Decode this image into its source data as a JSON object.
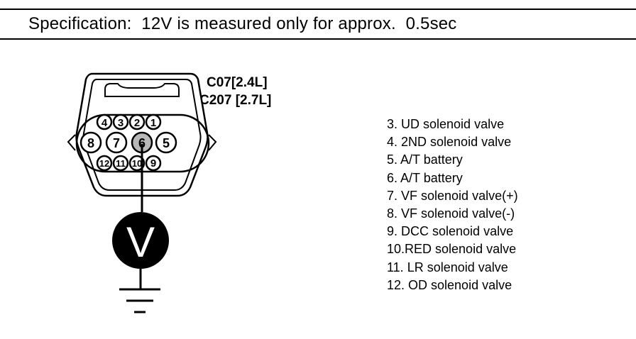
{
  "specification": "Specification:  12V is measured only for approx.  0.5sec",
  "connector": {
    "label_line1": "C07[2.4L]",
    "label_line2": "C207 [2.7L]",
    "pins_top": [
      "4",
      "3",
      "2",
      "1"
    ],
    "pins_middle": [
      "8",
      "7",
      "6",
      "5"
    ],
    "pins_bottom": [
      "12",
      "11",
      "10",
      "9"
    ]
  },
  "meter": {
    "symbol": "V"
  },
  "legend": [
    "3. UD solenoid valve",
    "4. 2ND solenoid valve",
    "5. A/T battery",
    "6. A/T battery",
    "7. VF solenoid valve(+)",
    "8. VF solenoid valve(-)",
    "9. DCC solenoid valve",
    "10.RED solenoid valve",
    "11. LR solenoid valve",
    "12. OD solenoid valve"
  ]
}
